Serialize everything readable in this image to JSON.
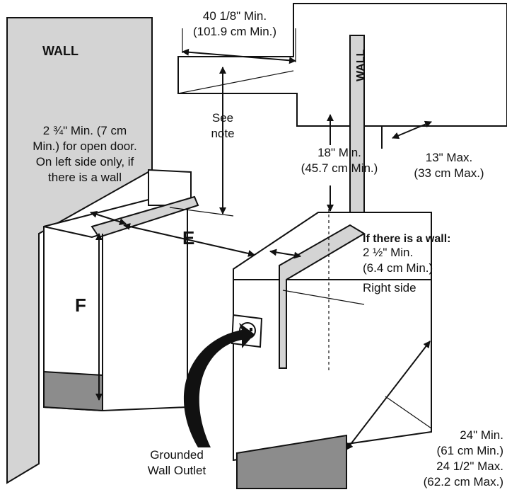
{
  "labels": {
    "wall_left": "WALL",
    "wall_right": "WALL",
    "width_line1": "40 1/8\" Min.",
    "width_line2": "(101.9 cm Min.)",
    "see_note_line1": "See",
    "see_note_line2": "note",
    "door_line1": "2 ¾\" Min. (7 cm",
    "door_line2": "Min.) for open door.",
    "door_line3": "On left side only, if",
    "door_line4": "there is a wall",
    "cab_line1": "18\" Min.",
    "cab_line2": "(45.7 cm Min.)",
    "depth_top_line1": "13\" Max.",
    "depth_top_line2": "(33 cm Max.)",
    "if_wall": "If there is a wall:",
    "right_line1": "2 ½\" Min.",
    "right_line2": "(6.4 cm Min.)",
    "right_side": "Right side",
    "label_e": "E",
    "label_f": "F",
    "outlet_line1": "Grounded",
    "outlet_line2": "Wall Outlet",
    "depth_line1": "24\" Min.",
    "depth_line2": "(61 cm Min.)",
    "depth_line3": "24 1/2\" Max.",
    "depth_line4": "(62.2 cm Max.)"
  },
  "colors": {
    "wall_fill": "#d4d4d4",
    "base_fill": "#8c8c8c",
    "line": "#111111"
  }
}
